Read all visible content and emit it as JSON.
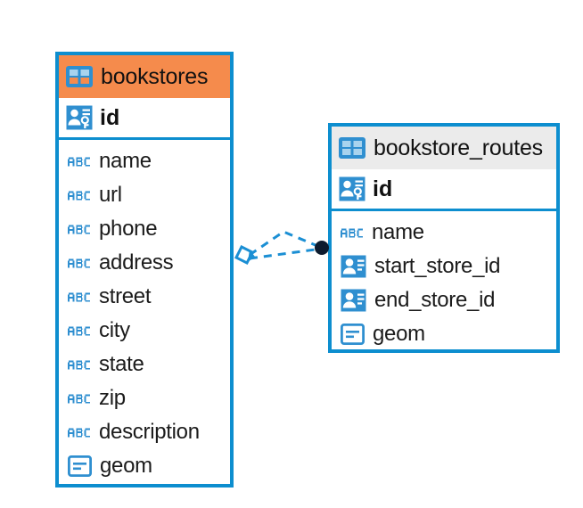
{
  "diagram": {
    "type": "entity-relationship-diagram",
    "background": "#ffffff",
    "accent_color": "#0d8ecf",
    "orange_header_color": "#f58b4c",
    "gray_header_color": "#ebebeb"
  },
  "entities": [
    {
      "id": "bookstores",
      "name": "bookstores",
      "header_style": "orange",
      "table_icon": "table-icon",
      "primary_key": {
        "name": "id",
        "icon": "primary-key-icon"
      },
      "fields": [
        {
          "name": "name",
          "icon": "abc-text-icon"
        },
        {
          "name": "url",
          "icon": "abc-text-icon"
        },
        {
          "name": "phone",
          "icon": "abc-text-icon"
        },
        {
          "name": "address",
          "icon": "abc-text-icon"
        },
        {
          "name": "street",
          "icon": "abc-text-icon"
        },
        {
          "name": "city",
          "icon": "abc-text-icon"
        },
        {
          "name": "state",
          "icon": "abc-text-icon"
        },
        {
          "name": "zip",
          "icon": "abc-text-icon"
        },
        {
          "name": "description",
          "icon": "abc-text-icon"
        },
        {
          "name": "geom",
          "icon": "geometry-icon"
        }
      ]
    },
    {
      "id": "bookstore_routes",
      "name": "bookstore_routes",
      "header_style": "gray",
      "table_icon": "table-icon",
      "primary_key": {
        "name": "id",
        "icon": "primary-key-icon"
      },
      "fields": [
        {
          "name": "name",
          "icon": "abc-text-icon"
        },
        {
          "name": "start_store_id",
          "icon": "foreign-key-icon"
        },
        {
          "name": "end_store_id",
          "icon": "foreign-key-icon"
        },
        {
          "name": "geom",
          "icon": "geometry-icon"
        }
      ]
    }
  ],
  "relationship": {
    "from": "bookstores",
    "to": "bookstore_routes",
    "line_style": "dashed",
    "line_color": "#0d8ecf",
    "source_marker": "diamond-outline-marker",
    "target_marker": "filled-circle-marker",
    "target_marker_color": "#0d1b2e"
  }
}
